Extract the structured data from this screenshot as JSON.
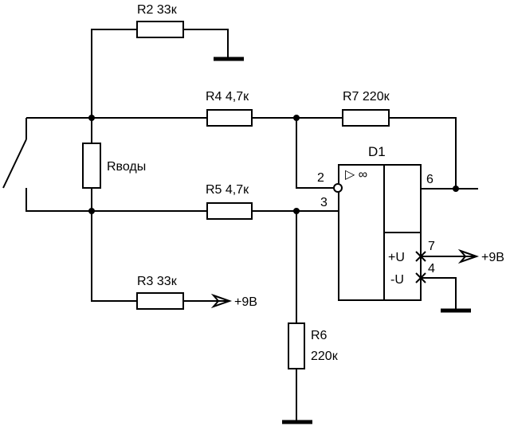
{
  "labels": {
    "r2": "R2 33к",
    "r4": "R4 4,7к",
    "r7": "R7 220к",
    "rvody": "Rводы",
    "r5": "R5 4,7к",
    "r3": "R3 33к",
    "r6_name": "R6",
    "r6_value": "220к",
    "d1": "D1",
    "pin2": "2",
    "pin3": "3",
    "pin6": "6",
    "pin7": "7",
    "pin4": "4",
    "plus_u": "+U",
    "minus_u": "-U",
    "supply_r3": "+9В",
    "supply_pin7": "+9В",
    "opamp_symbol": "▷ ∞"
  }
}
